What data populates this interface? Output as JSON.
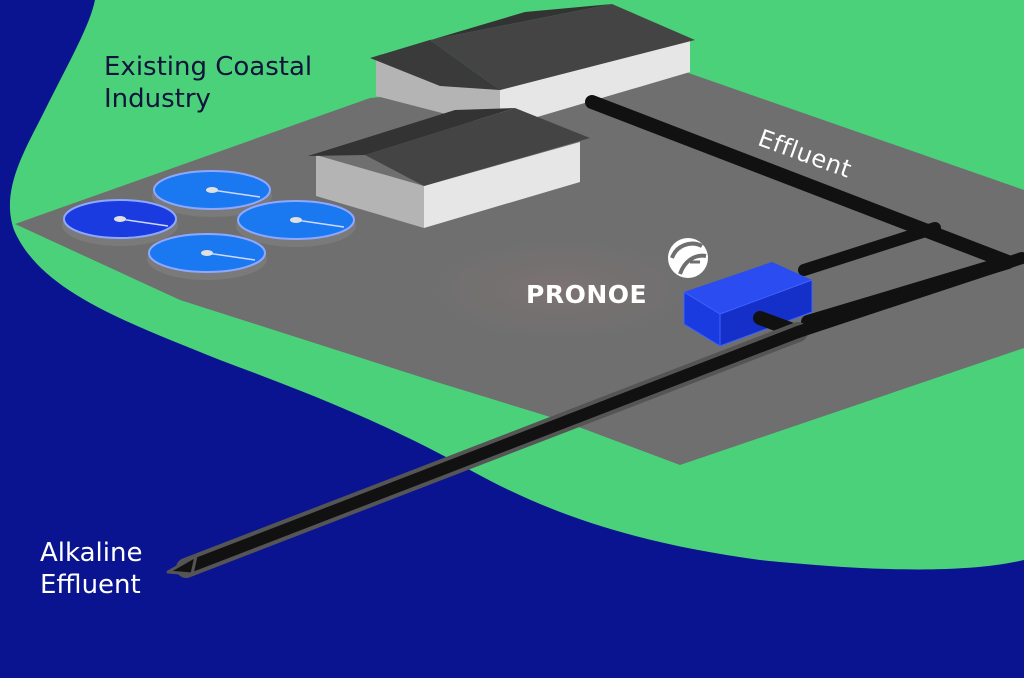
{
  "labels": {
    "industry": "Existing Coastal\nIndustry",
    "effluent": "Effluent",
    "alkaline_effluent": "Alkaline\nEffluent",
    "brand": "PRONOE"
  },
  "icons": {
    "logo": "pronoe-logo-icon"
  },
  "colors": {
    "sea": "#0a1490",
    "land": "#4cd17b",
    "site": "#6f6f6f",
    "pipe": "#111111",
    "building_roof": "#3c3c3c",
    "building_wall": "#b4b4b4",
    "tank": "#1a78f0",
    "unit": "#1a3be0"
  }
}
